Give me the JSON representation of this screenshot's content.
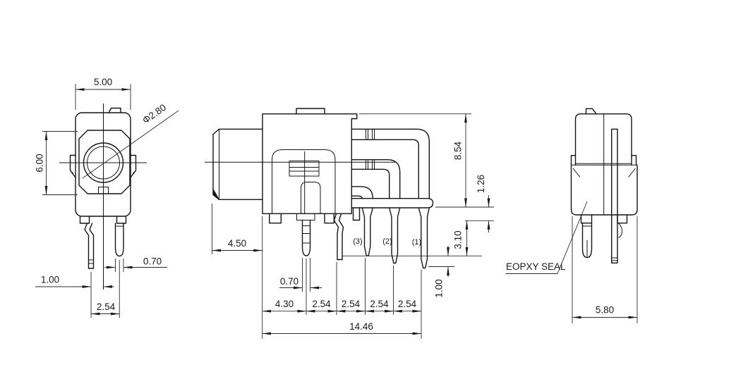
{
  "drawing": {
    "front_view": {
      "width": "5.00",
      "height": "6.00",
      "button_diameter": "Φ2.80",
      "pin_offset": "1.00",
      "pin_width": "0.70",
      "pin_pitch": "2.54"
    },
    "side_view": {
      "button_length": "4.50",
      "pin_width": "0.70",
      "lead_offset": "4.30",
      "pitches": [
        "2.54",
        "2.54",
        "2.54",
        "2.54"
      ],
      "total_length": "14.46",
      "body_height": "8.54",
      "standoff": "1.26",
      "pin_length": "3.10",
      "tip_stagger": "1.00",
      "pin_labels": [
        "(3)",
        "(2)",
        "(1)"
      ]
    },
    "rear_view": {
      "width": "5.80",
      "seal_label": "EOPXY SEAL"
    }
  }
}
